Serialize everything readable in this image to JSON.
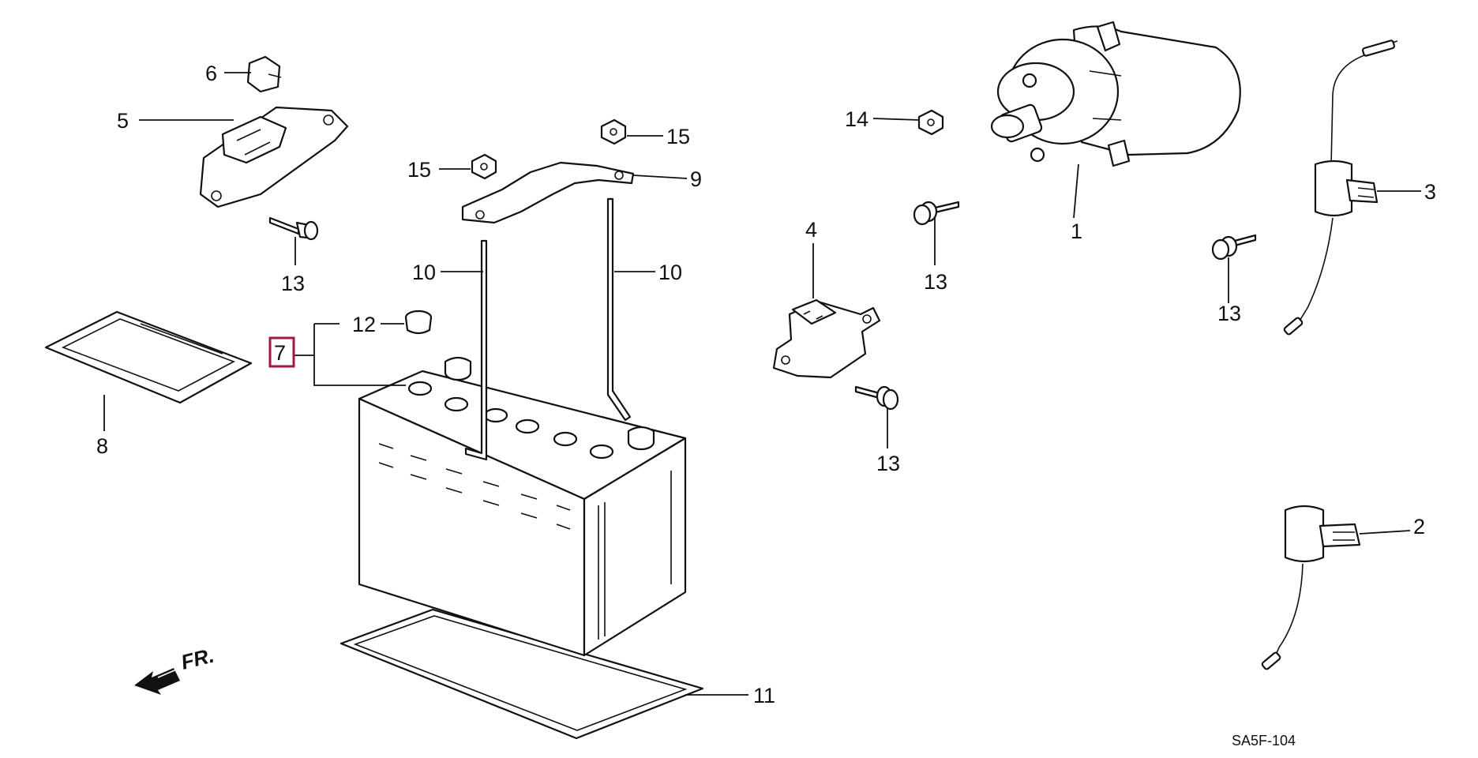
{
  "diagram": {
    "callouts": [
      {
        "id": "1",
        "label": "1"
      },
      {
        "id": "2",
        "label": "2"
      },
      {
        "id": "3",
        "label": "3"
      },
      {
        "id": "4",
        "label": "4"
      },
      {
        "id": "5",
        "label": "5"
      },
      {
        "id": "6",
        "label": "6"
      },
      {
        "id": "7",
        "label": "7",
        "highlighted": true
      },
      {
        "id": "8",
        "label": "8"
      },
      {
        "id": "9",
        "label": "9"
      },
      {
        "id": "10a",
        "label": "10"
      },
      {
        "id": "10b",
        "label": "10"
      },
      {
        "id": "11",
        "label": "11"
      },
      {
        "id": "12",
        "label": "12"
      },
      {
        "id": "13a",
        "label": "13"
      },
      {
        "id": "13b",
        "label": "13"
      },
      {
        "id": "13c",
        "label": "13"
      },
      {
        "id": "13d",
        "label": "13"
      },
      {
        "id": "14",
        "label": "14"
      },
      {
        "id": "15a",
        "label": "15"
      },
      {
        "id": "15b",
        "label": "15"
      }
    ],
    "direction_arrow": "FR.",
    "figure_code": "SA5F-104",
    "highlight_color": "#a0183a"
  }
}
